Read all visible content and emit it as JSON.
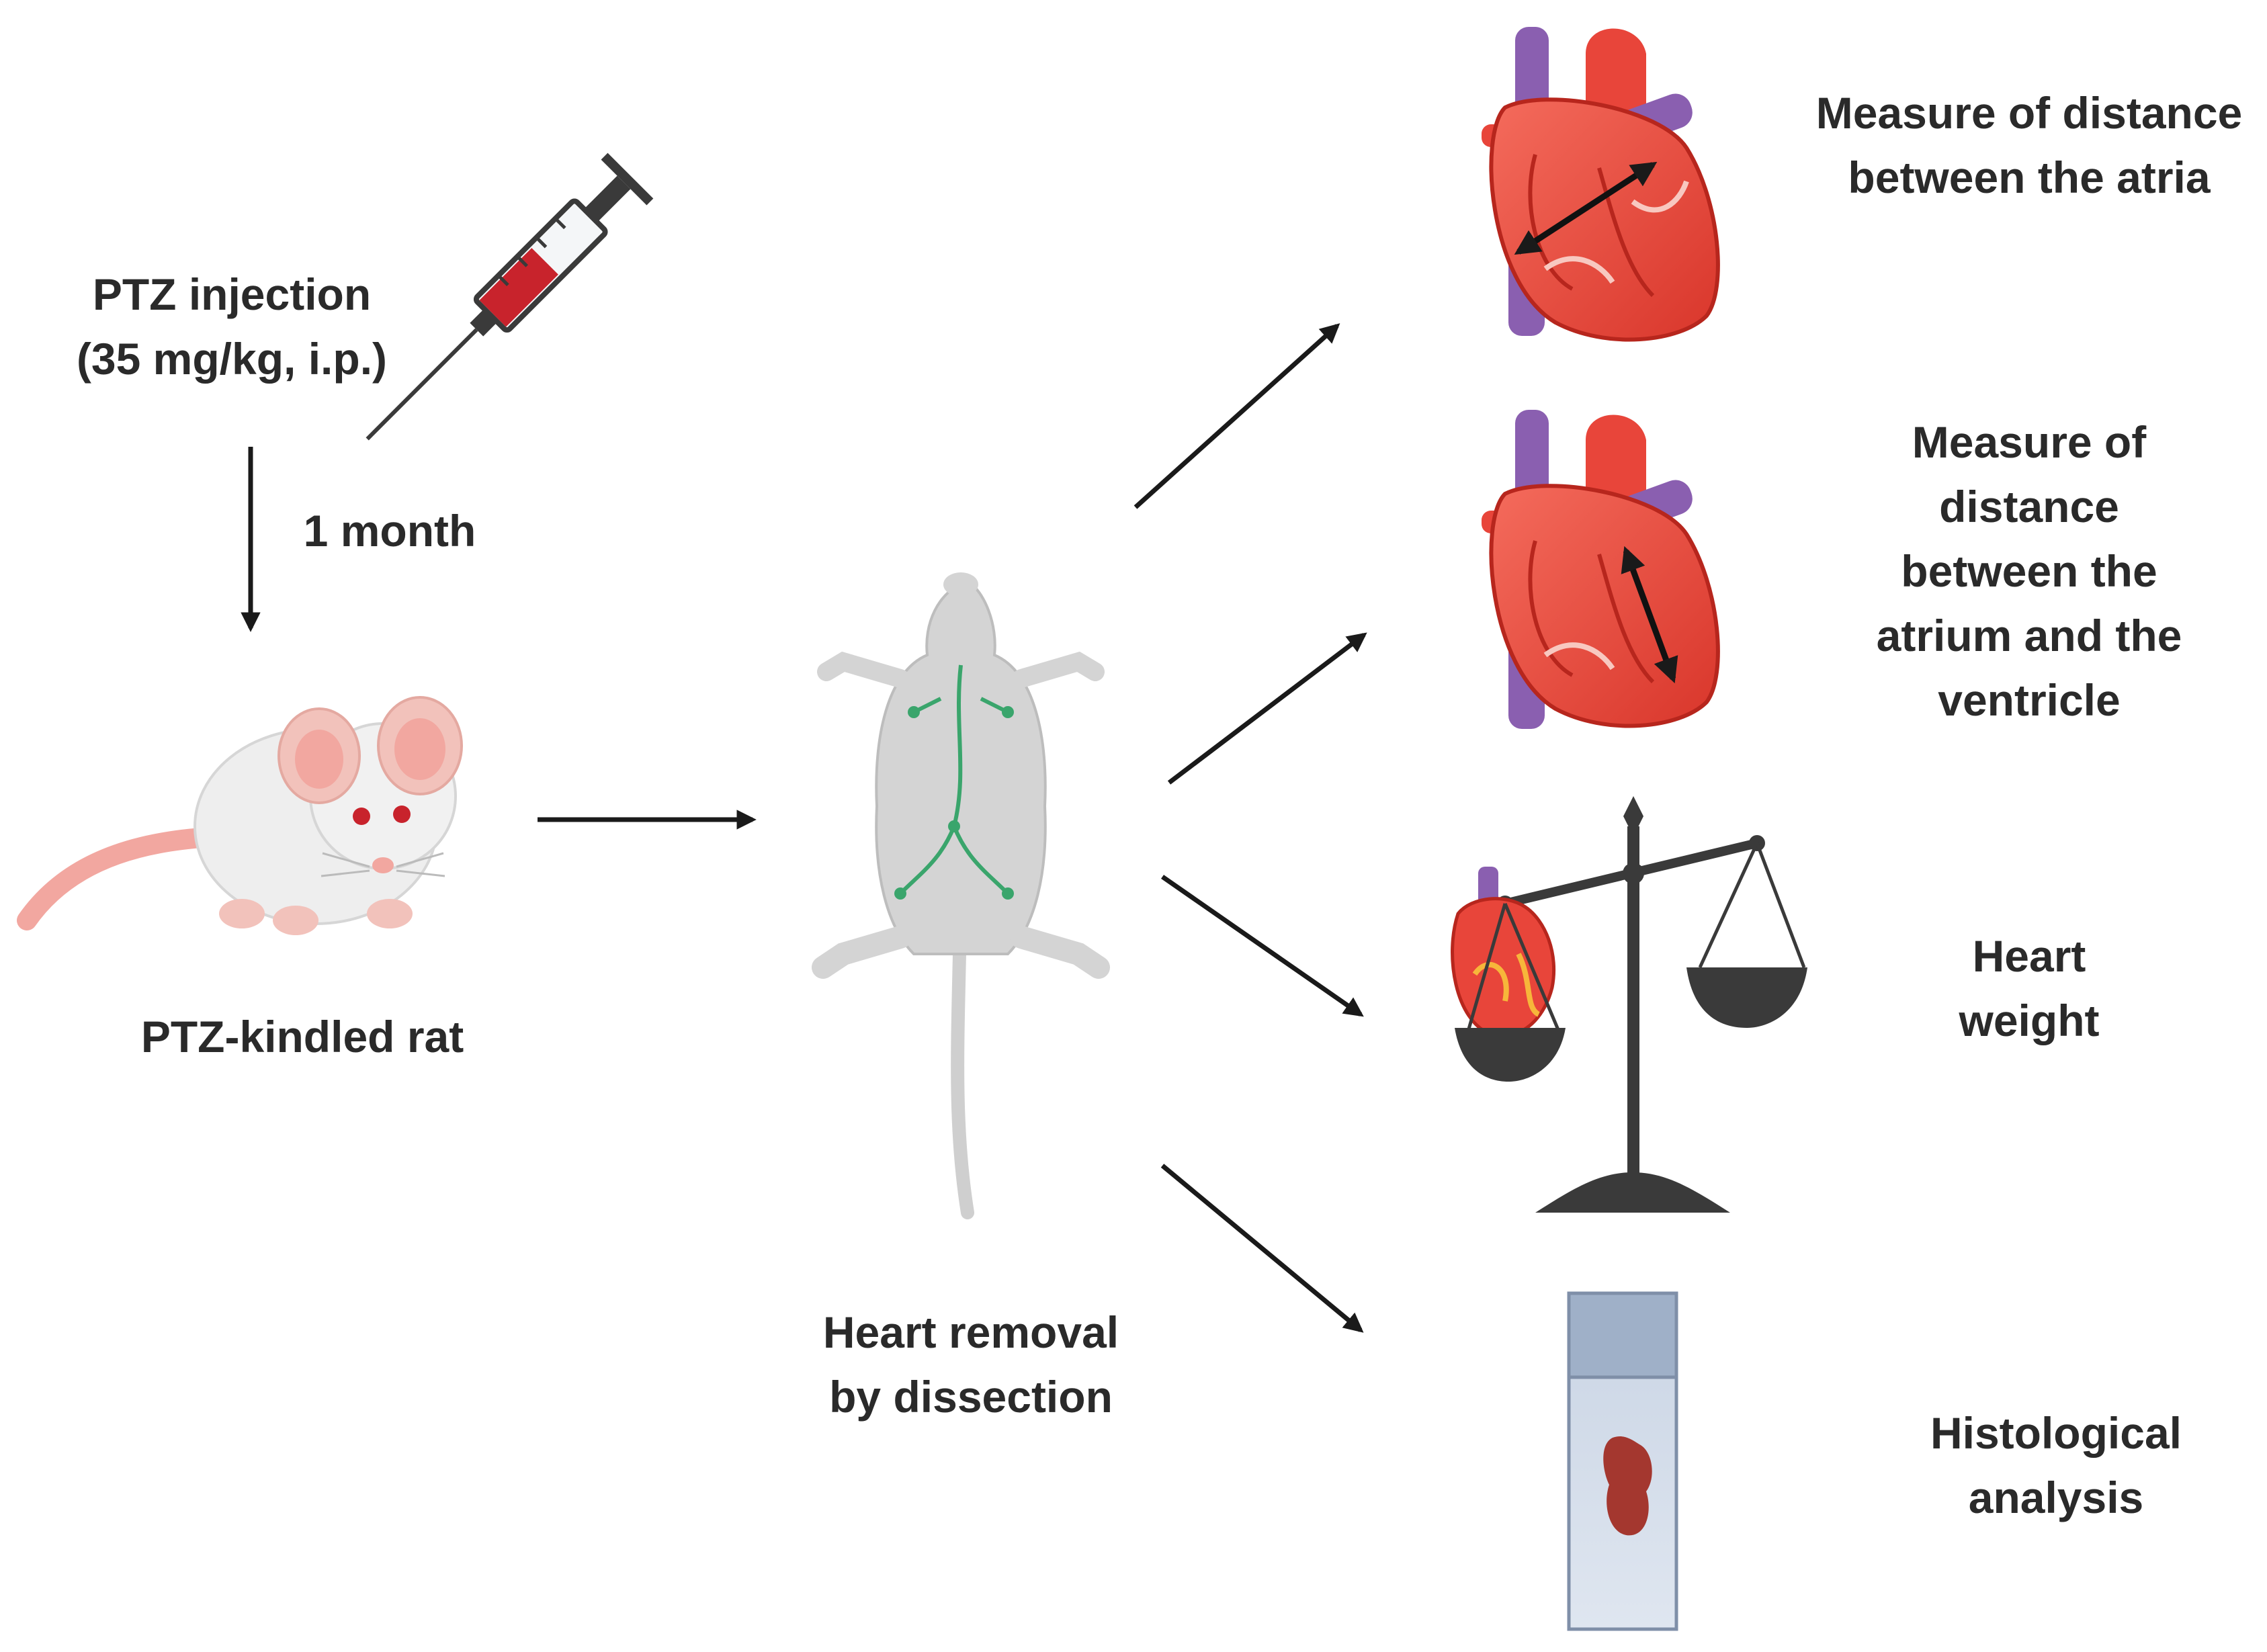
{
  "labels": {
    "ptz_injection": {
      "line1": "PTZ injection",
      "line2": "(35 mg/kg, i.p.)"
    },
    "duration": "1 month",
    "kindled_rat": "PTZ-kindled rat",
    "heart_removal": {
      "line1": "Heart removal",
      "line2": "by dissection"
    },
    "outcomes": {
      "atria_distance": {
        "line1": "Measure of distance",
        "line2": "between the atria"
      },
      "atrium_ventricle_distance": {
        "line1": "Measure of",
        "line2": "distance",
        "line3": "between the",
        "line4": "atrium and the",
        "line5": "ventricle"
      },
      "heart_weight": {
        "line1": "Heart",
        "line2": "weight"
      },
      "histology": {
        "line1": "Histological",
        "line2": "analysis"
      }
    }
  },
  "icons": {
    "injection": "syringe-icon",
    "rat": "rat-icon",
    "dissection": "dissected-rat-icon",
    "atria_heart": "heart-atria-arrow-icon",
    "av_heart": "heart-av-arrow-icon",
    "weight": "balance-scale-icon",
    "histology": "microscope-slide-icon"
  },
  "colors": {
    "text": "#2a2a2a",
    "arrow": "#1a1a1a",
    "heart_red": "#e8453a",
    "heart_dark": "#b7261d",
    "vessel_purple": "#8a5fb0",
    "rat_body": "#eeeeee",
    "rat_pink": "#f2a7a0",
    "dissect_body": "#d4d4d4",
    "lymph_green": "#3aa56c",
    "scale_dark": "#3a3a3a",
    "slide_blue": "#9fb0c8",
    "tissue": "#a4372f"
  }
}
